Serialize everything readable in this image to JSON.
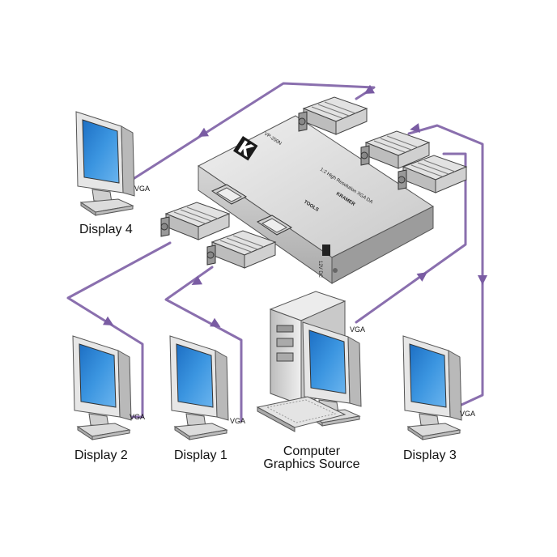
{
  "device": {
    "model": "VP-200N",
    "brand": "KRAMER",
    "tools": "TOOLS",
    "subtitle": "1:2 High Resolution XGA DA",
    "power_label": "12V DC"
  },
  "displays": [
    {
      "label": "Display 4",
      "cable": "VGA"
    },
    {
      "label": "Display 2",
      "cable": "VGA"
    },
    {
      "label": "Display 1",
      "cable": "VGA"
    },
    {
      "label": "Display 3",
      "cable": "VGA"
    }
  ],
  "source": {
    "line1": "Computer",
    "line2": "Graphics Source",
    "cable": "VGA"
  },
  "colors": {
    "cable": "#8a6fae",
    "screen": "#2f86d6",
    "case": "#d7d7d7"
  }
}
